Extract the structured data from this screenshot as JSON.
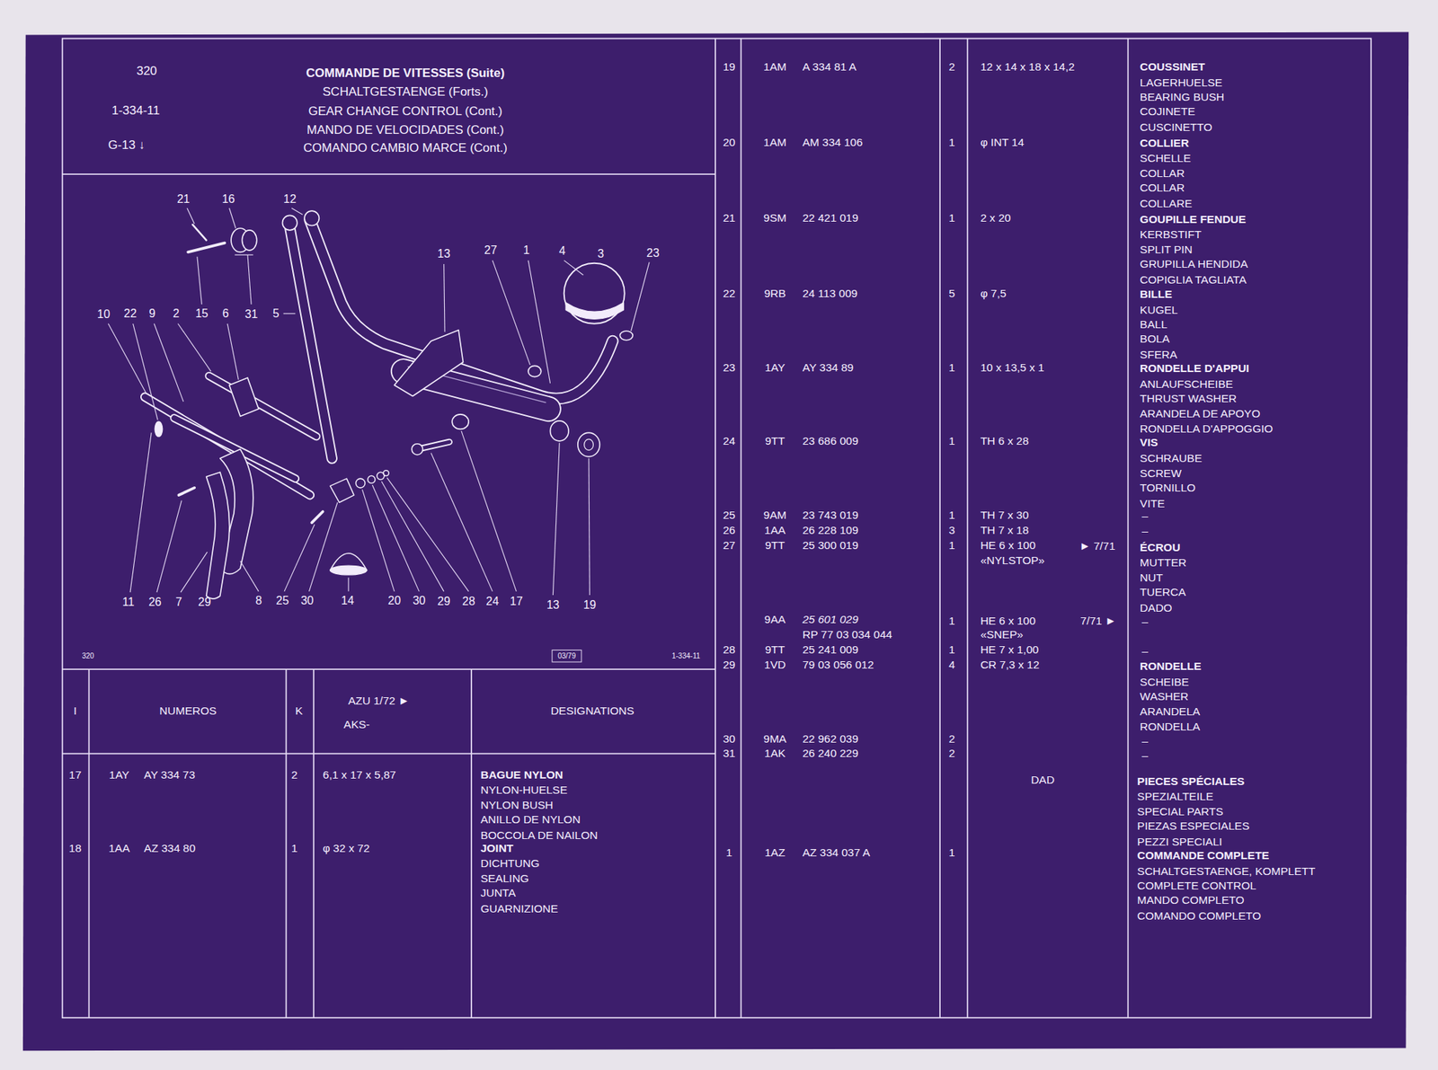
{
  "diagram": {
    "title": "COMMANDE DE VITESSES (Suite)",
    "labels": [
      "320",
      "1-334-11",
      "G-13 ↓",
      "SCHALTGESTAENGE (Forts.)",
      "GEAR CHANGE CONTROL (Cont.)",
      "MANDO DE VELOCIDADES (Cont.)",
      "COMANDO CAMBIO MARCE (Cont.)",
      "21",
      "16",
      "12",
      "27",
      "1",
      "4",
      "3",
      "23",
      "13",
      "10",
      "22",
      "9",
      "2",
      "15",
      "6",
      "31",
      "5",
      "11",
      "26",
      "7",
      "29",
      "8",
      "25",
      "30",
      "14",
      "20",
      "30",
      "29",
      "28",
      "24",
      "17",
      "13",
      "19",
      "320",
      "03/79",
      "1-334-11",
      "I",
      "NUMEROS",
      "K",
      "AZU 1/72 ►",
      "AKS-",
      "DESIGNATIONS",
      "17",
      "1AY",
      "AY 334 73",
      "2",
      "6,1 x 17 x 5,87",
      "BAGUE NYLON",
      "NYLON-HUELSE",
      "NYLON BUSH",
      "ANILLO DE NYLON",
      "BOCCOLA DE NAILON",
      "18",
      "1AA",
      "AZ 334 80",
      "1",
      "φ 32 x 72",
      "JOINT",
      "DICHTUNG",
      "SEALING",
      "JUNTA",
      "GUARNIZIONE",
      "19",
      "1AM",
      "A 334 81 A",
      "2",
      "12 x 14 x 18 x 14,2",
      "COUSSINET",
      "LAGERHUELSE",
      "BEARING BUSH",
      "COJINETE",
      "CUSCINETTO",
      "20",
      "1AM",
      "AM 334 106",
      "1",
      "φ INT 14",
      "COLLIER",
      "SCHELLE",
      "COLLAR",
      "COLLAR",
      "COLLARE",
      "21",
      "9SM",
      "22 421 019",
      "1",
      "2 x 20",
      "GOUPILLE FENDUE",
      "KERBSTIFT",
      "SPLIT PIN",
      "GRUPILLA HENDIDA",
      "COPIGLIA TAGLIATA",
      "22",
      "9RB",
      "24 113 009",
      "5",
      "φ 7,5",
      "BILLE",
      "KUGEL",
      "BALL",
      "BOLA",
      "SFERA",
      "23",
      "1AY",
      "AY 334 89",
      "1",
      "10 x 13,5 x 1",
      "RONDELLE D'APPUI",
      "ANLAUFSCHEIBE",
      "THRUST WASHER",
      "ARANDELA DE APOYO",
      "RONDELLA D'APPOGGIO",
      "24",
      "9TT",
      "23 686 009",
      "1",
      "TH 6 x 28",
      "VIS",
      "SCHRAUBE",
      "SCREW",
      "TORNILLO",
      "VITE",
      "25",
      "9AM",
      "23 743 019",
      "1",
      "TH 7 x 30",
      "–",
      "26",
      "1AA",
      "26 228 109",
      "3",
      "TH 7 x 18",
      "–",
      "27",
      "9TT",
      "25 300 019",
      "1",
      "HE 6 x 100",
      "«NYLSTOP»",
      "► 7/71",
      "ÉCROU",
      "MUTTER",
      "NUT",
      "TUERCA",
      "DADO",
      "9AA",
      "25 601 029",
      "RP 77 03 034 044",
      "1",
      "HE 6 x 100",
      "7/71 ►",
      "«SNEP»",
      "–",
      "28",
      "9TT",
      "25 241 009",
      "1",
      "HE 7 x 1,00",
      "–",
      "29",
      "1VD",
      "79 03 056 012",
      "4",
      "CR 7,3 x 12",
      "RONDELLE",
      "SCHEIBE",
      "WASHER",
      "ARANDELA",
      "RONDELLA",
      "30",
      "9MA",
      "22 962 039",
      "2",
      "–",
      "31",
      "1AK",
      "26 240 229",
      "2",
      "–",
      "DAD",
      "PIECES SPÉCIALES",
      "SPEZIALTEILE",
      "SPECIAL PARTS",
      "PIEZAS ESPECIALES",
      "PEZZI SPECIALI",
      "1",
      "1AZ",
      "AZ 334 037 A",
      "1",
      "COMMANDE COMPLETE",
      "SCHALTGESTAENGE, KOMPLETT",
      "COMPLETE CONTROL",
      "MANDO COMPLETO",
      "COMANDO COMPLETO"
    ]
  }
}
